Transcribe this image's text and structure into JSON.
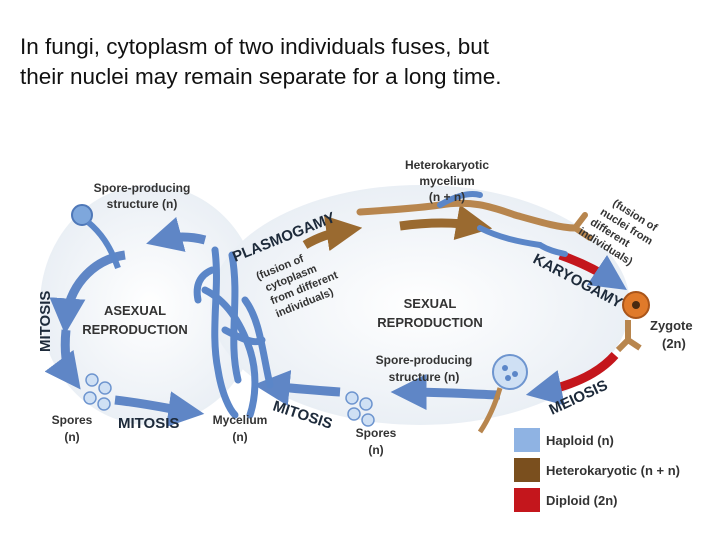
{
  "caption": {
    "line1": "In fungi, cytoplasm of two individuals fuses, but",
    "line2": "their nuclei may remain separate for a long time."
  },
  "diagram": {
    "spore_structure_top": {
      "line1": "Spore-producing",
      "line2": "structure (n)"
    },
    "heterokaryotic_mycelium": {
      "line1": "Heterokaryotic",
      "line2": "mycelium",
      "line3": "(n + n)"
    },
    "plasmogamy": "PLASMOGAMY",
    "plasmogamy_note": {
      "line1": "(fusion of",
      "line2": "cytoplasm",
      "line3": "from different",
      "line4": "individuals)"
    },
    "karyogamy": "KARYOGAMY",
    "karyogamy_note": {
      "line1": "(fusion of",
      "line2": "nuclei from",
      "line3": "different",
      "line4": "individuals)"
    },
    "mitosis_left": "MITOSIS",
    "asexual": {
      "line1": "ASEXUAL",
      "line2": "REPRODUCTION"
    },
    "sexual": {
      "line1": "SEXUAL",
      "line2": "REPRODUCTION"
    },
    "zygote": {
      "line1": "Zygote",
      "line2": "(2n)"
    },
    "spore_structure_bottom": {
      "line1": "Spore-producing",
      "line2": "structure (n)"
    },
    "meiosis": "MEIOSIS",
    "spores_left": {
      "line1": "Spores",
      "line2": "(n)"
    },
    "mitosis_bottom_left": "MITOSIS",
    "mycelium": {
      "line1": "Mycelium",
      "line2": "(n)"
    },
    "mitosis_bottom": "MITOSIS",
    "spores_right": {
      "line1": "Spores",
      "line2": "(n)"
    }
  },
  "legend": {
    "items": [
      {
        "label": "Haploid (n)",
        "color": "#8fb3e3"
      },
      {
        "label": "Heterokaryotic (n + n)",
        "color": "#7a4f1e"
      },
      {
        "label": "Diploid (2n)",
        "color": "#c4161c"
      }
    ]
  },
  "colors": {
    "haploid": "#8fb3e3",
    "hypha": "#5b86c8",
    "heterokaryotic": "#b8864e",
    "diploid": "#c4161c",
    "arrow": "#5f86c6",
    "zygote": "#e07a2a"
  }
}
